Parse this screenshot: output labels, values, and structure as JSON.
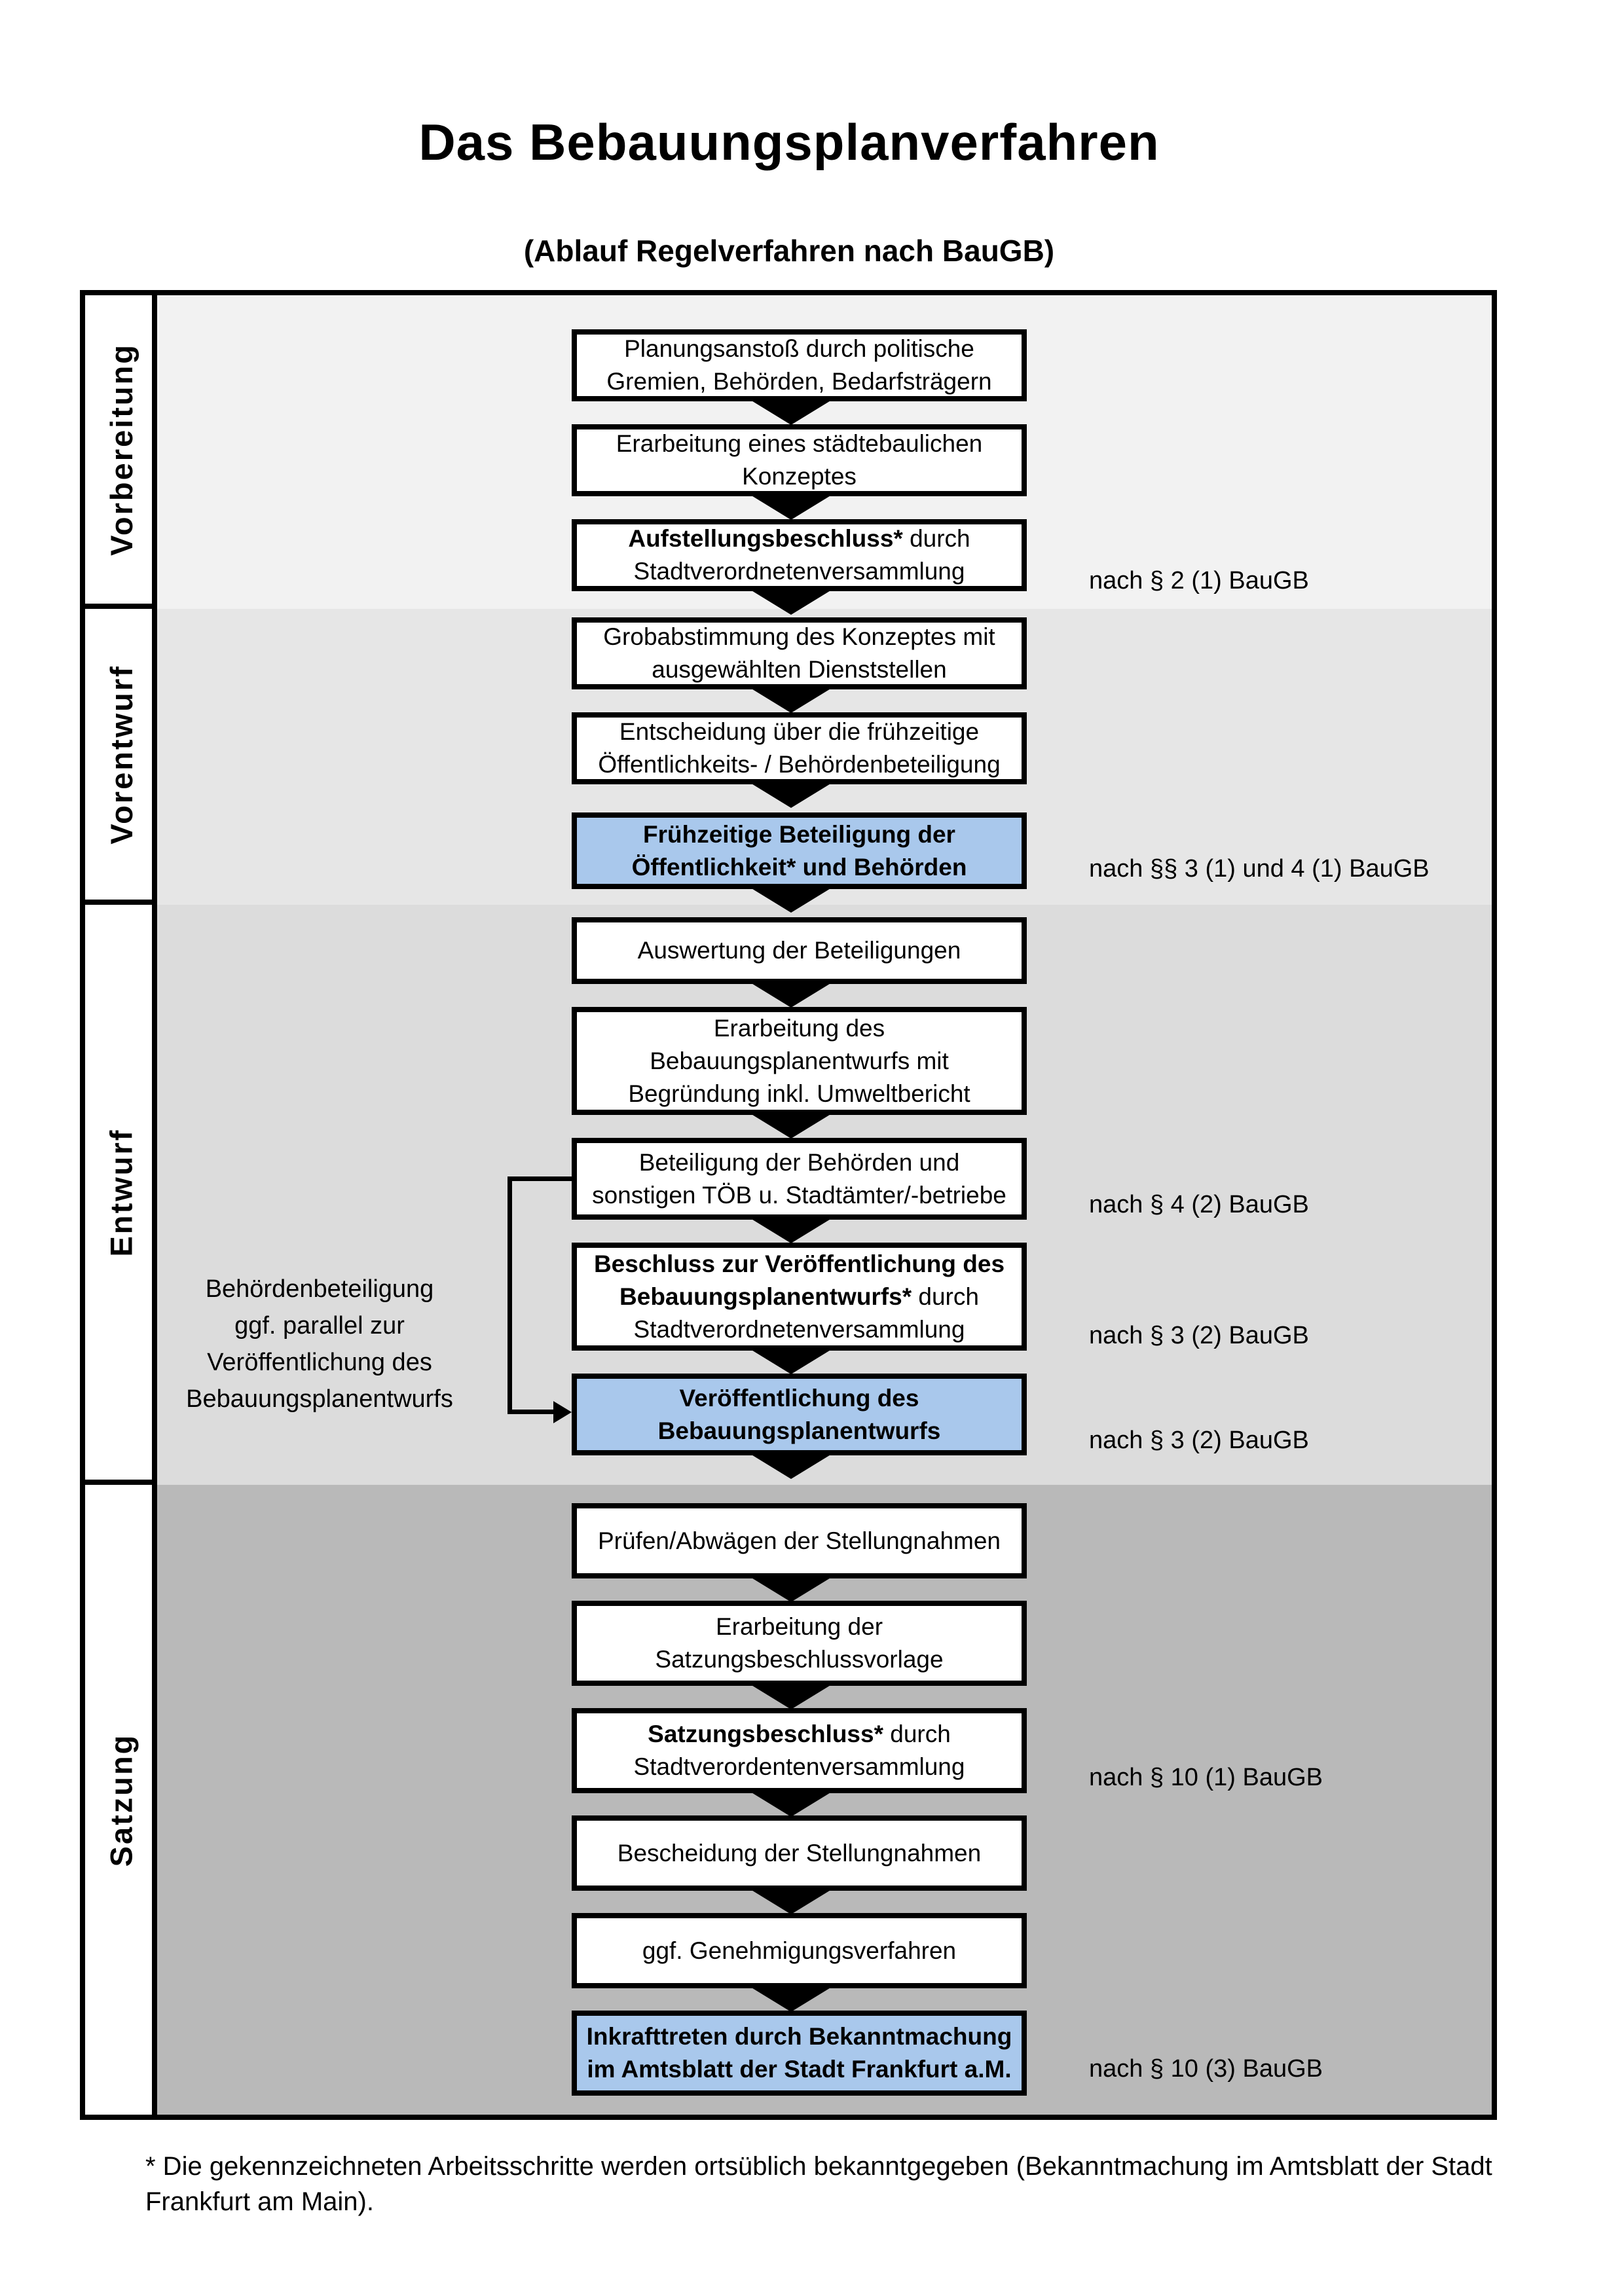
{
  "page": {
    "title": "Das Bebauungsplanverfahren",
    "subtitle": "(Ablauf Regelverfahren nach BauGB)"
  },
  "phases": [
    {
      "label": "Vorbereitung"
    },
    {
      "label": "Vorentwurf"
    },
    {
      "label": "Entwurf"
    },
    {
      "label": "Satzung"
    }
  ],
  "boxes": [
    {
      "lines": [
        [
          {
            "t": "Planungsanstoß durch politische"
          }
        ],
        [
          {
            "t": "Gremien, Behörden, Bedarfsträgern"
          }
        ]
      ]
    },
    {
      "lines": [
        [
          {
            "t": "Erarbeitung eines städtebaulichen"
          }
        ],
        [
          {
            "t": "Konzeptes"
          }
        ]
      ]
    },
    {
      "lines": [
        [
          {
            "t": "Aufstellungsbeschluss*",
            "b": true
          },
          {
            "t": " durch"
          }
        ],
        [
          {
            "t": "Stadtverordnetenversammlung"
          }
        ]
      ]
    },
    {
      "lines": [
        [
          {
            "t": "Grobabstimmung des Konzeptes mit"
          }
        ],
        [
          {
            "t": "ausgewählten Dienststellen"
          }
        ]
      ]
    },
    {
      "lines": [
        [
          {
            "t": "Entscheidung über die frühzeitige"
          }
        ],
        [
          {
            "t": "Öffentlichkeits- / Behördenbeteiligung"
          }
        ]
      ]
    },
    {
      "highlighted": true,
      "lines": [
        [
          {
            "t": "Frühzeitige Beteiligung der",
            "b": true
          }
        ],
        [
          {
            "t": "Öffentlichkeit* und Behörden",
            "b": true
          }
        ]
      ]
    },
    {
      "lines": [
        [
          {
            "t": "Auswertung der Beteiligungen"
          }
        ]
      ]
    },
    {
      "lines": [
        [
          {
            "t": "Erarbeitung des"
          }
        ],
        [
          {
            "t": "Bebauungsplanentwurfs mit"
          }
        ],
        [
          {
            "t": "Begründung inkl. Umweltbericht"
          }
        ]
      ]
    },
    {
      "lines": [
        [
          {
            "t": "Beteiligung der Behörden und"
          }
        ],
        [
          {
            "t": "sonstigen TÖB u. Stadtämter/-betriebe"
          }
        ]
      ]
    },
    {
      "lines": [
        [
          {
            "t": "Beschluss zur Veröffentlichung des",
            "b": true
          }
        ],
        [
          {
            "t": "Bebauungsplanentwurfs*",
            "b": true
          },
          {
            "t": " durch"
          }
        ],
        [
          {
            "t": "Stadtverordnetenversammlung"
          }
        ]
      ]
    },
    {
      "highlighted": true,
      "lines": [
        [
          {
            "t": "Veröffentlichung des",
            "b": true
          }
        ],
        [
          {
            "t": "Bebauungsplanentwurfs",
            "b": true
          }
        ]
      ]
    },
    {
      "lines": [
        [
          {
            "t": "Prüfen/Abwägen der Stellungnahmen"
          }
        ]
      ]
    },
    {
      "lines": [
        [
          {
            "t": "Erarbeitung der"
          }
        ],
        [
          {
            "t": "Satzungsbeschlussvorlage"
          }
        ]
      ]
    },
    {
      "lines": [
        [
          {
            "t": "Satzungsbeschluss*",
            "b": true
          },
          {
            "t": " durch"
          }
        ],
        [
          {
            "t": "Stadtverordentenversammlung"
          }
        ]
      ]
    },
    {
      "lines": [
        [
          {
            "t": "Bescheidung der Stellungnahmen"
          }
        ]
      ]
    },
    {
      "lines": [
        [
          {
            "t": "ggf. Genehmigungsverfahren"
          }
        ]
      ]
    },
    {
      "highlighted": true,
      "lines": [
        [
          {
            "t": "Inkrafttreten",
            "b": true
          },
          {
            "t": " durch Bekanntmachung"
          }
        ],
        [
          {
            "t": "im Amtsblatt der Stadt Frankfurt a.M."
          }
        ]
      ]
    }
  ],
  "legal_notes": [
    {
      "text": "nach § 2 (1) BauGB"
    },
    {
      "text": "nach §§ 3 (1) und 4 (1) BauGB"
    },
    {
      "text": "nach § 4 (2) BauGB"
    },
    {
      "text": "nach § 3 (2) BauGB"
    },
    {
      "text": "nach § 3 (2) BauGB"
    },
    {
      "text": "nach § 10 (1) BauGB"
    },
    {
      "text": "nach § 10 (3) BauGB"
    }
  ],
  "parallel_note": {
    "lines": [
      "Behördenbeteiligung",
      "ggf. parallel zur",
      "Veröffentlichung des",
      "Bebauungsplanentwurfs"
    ]
  },
  "footnote": {
    "line1": "* Die gekennzeichneten Arbeitsschritte werden ortsüblich bekanntgegeben (Bekanntmachung im Amtsblatt  der Stadt",
    "line2": "Frankfurt am Main)."
  },
  "colors": {
    "highlight_blue": "#a9c8ec",
    "band_vorbereitung": "#f2f2f2",
    "band_vorentwurf": "#e6e6e6",
    "band_entwurf": "#dcdcdc",
    "band_satzung": "#b9b9b9"
  }
}
